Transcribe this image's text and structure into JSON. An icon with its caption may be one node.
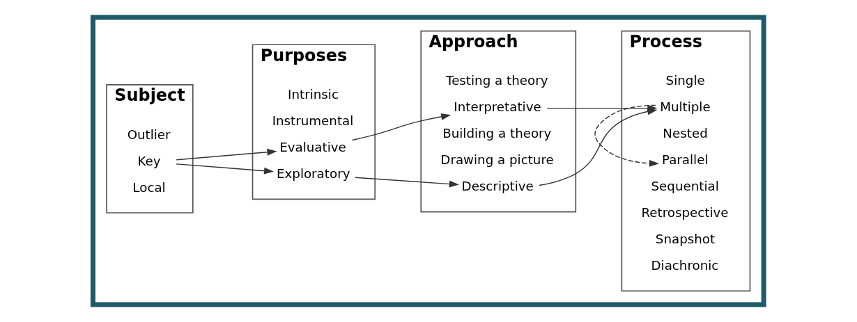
{
  "diagram": {
    "nodes": [
      {
        "text": [],
        "shape": "box"
      },
      {
        "text": [
          "Subject"
        ],
        "in": 0
      },
      {
        "text": [
          "Outlier"
        ],
        "in": 1
      },
      {
        "text": [
          "Key"
        ],
        "in": 1
      },
      {
        "text": [
          "Local"
        ],
        "in": 1
      },
      {
        "text": [
          "Purposes"
        ],
        "in": 0
      },
      {
        "text": [
          "Intrinsic"
        ],
        "in": 5
      },
      {
        "text": [
          "Instrumental"
        ],
        "in": 5
      },
      {
        "text": [
          "Evaluative"
        ],
        "in": 5
      },
      {
        "text": [
          "Exploratory"
        ],
        "in": 5
      },
      {
        "text": [
          "Approach"
        ],
        "in": 0
      },
      {
        "text": [
          "Testing a theory"
        ],
        "in": 10
      },
      {
        "text": [
          "Building a theory"
        ],
        "in": 10
      },
      {
        "text": [
          "Drawing a picture"
        ],
        "in": 10
      },
      {
        "text": [
          "Descriptive"
        ],
        "in": 10
      },
      {
        "text": [
          "Interpretative"
        ],
        "in": 10
      },
      {
        "text": [
          "Process"
        ],
        "in": 0
      },
      {
        "text": [
          "Single"
        ],
        "in": 16
      },
      {
        "text": [
          "Multiple"
        ],
        "in": 16
      },
      {
        "text": [
          "Nested"
        ],
        "in": 16
      },
      {
        "text": [
          "Parallel"
        ],
        "in": 16
      },
      {
        "text": [
          "Sequential"
        ],
        "in": 16
      },
      {
        "text": [
          "Retrospective"
        ],
        "in": 16
      },
      {
        "text": [
          "Snapshot"
        ],
        "in": 16
      },
      {
        "text": [
          "Diachronic"
        ],
        "in": 16
      }
    ],
    "edges": [
      {
        "from": 3,
        "to": 8,
        "arrow": "to"
      },
      {
        "from": 3,
        "to": 9,
        "arrow": "to"
      },
      {
        "from": 8,
        "to": 15,
        "arrow": "to"
      },
      {
        "from": 9,
        "to": 14,
        "arrow": "to"
      },
      {
        "from": 14,
        "to": 18,
        "arrow": "to"
      },
      {
        "from": 15,
        "to": 18,
        "arrow": "to"
      },
      {
        "from": 18,
        "to": 20,
        "arrow": "to",
        "style": "dashed"
      }
    ]
  }
}
